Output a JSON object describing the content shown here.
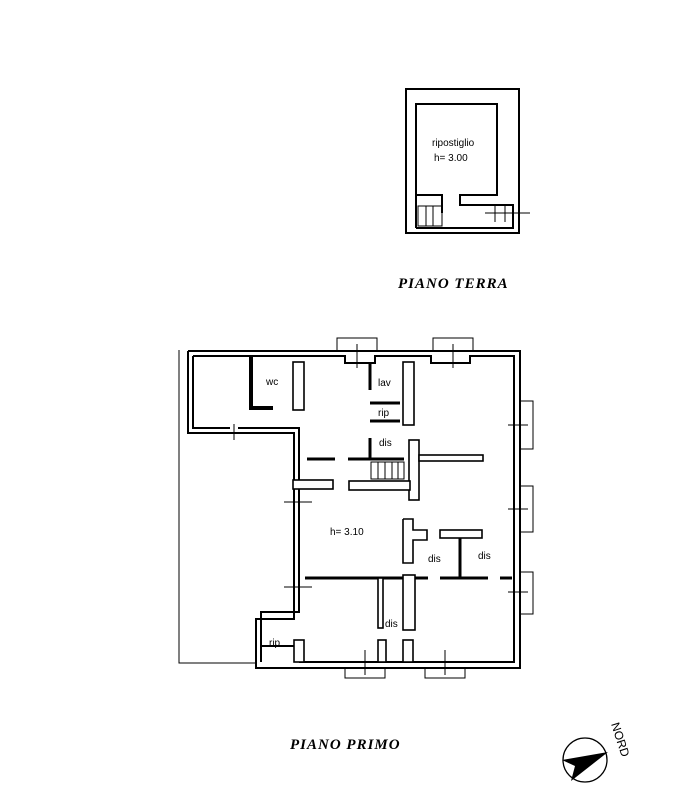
{
  "ground_floor": {
    "title": "PIANO TERRA",
    "room_name": "ripostiglio",
    "room_height": "h=  3.00"
  },
  "first_floor": {
    "title": "PIANO PRIMO",
    "height": "h=  3.10",
    "rooms": [
      "wc",
      "lav",
      "rip",
      "dis",
      "dis",
      "dis",
      "dis",
      "rip"
    ]
  },
  "compass": {
    "label": "NORD",
    "icon": "north-arrow-icon"
  }
}
